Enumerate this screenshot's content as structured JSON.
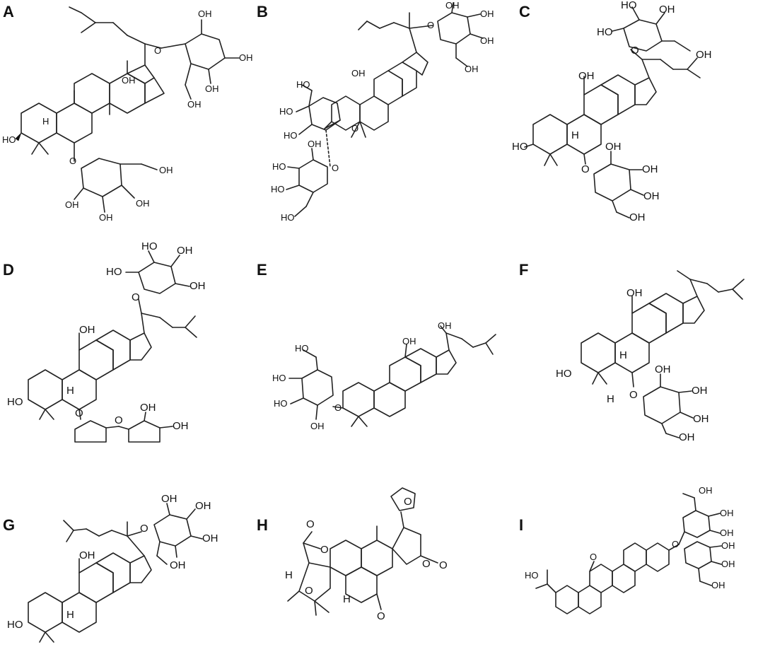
{
  "panels": [
    {
      "id": "A",
      "label": "A"
    },
    {
      "id": "B",
      "label": "B"
    },
    {
      "id": "C",
      "label": "C"
    },
    {
      "id": "D",
      "label": "D"
    },
    {
      "id": "E",
      "label": "E"
    },
    {
      "id": "F",
      "label": "F"
    },
    {
      "id": "G",
      "label": "G"
    },
    {
      "id": "H",
      "label": "H"
    },
    {
      "id": "I",
      "label": "I"
    }
  ],
  "atom_labels": {
    "hydroxyl": "OH",
    "hydroxyl_left": "HO",
    "oxygen": "O",
    "hydrogen": "H"
  }
}
